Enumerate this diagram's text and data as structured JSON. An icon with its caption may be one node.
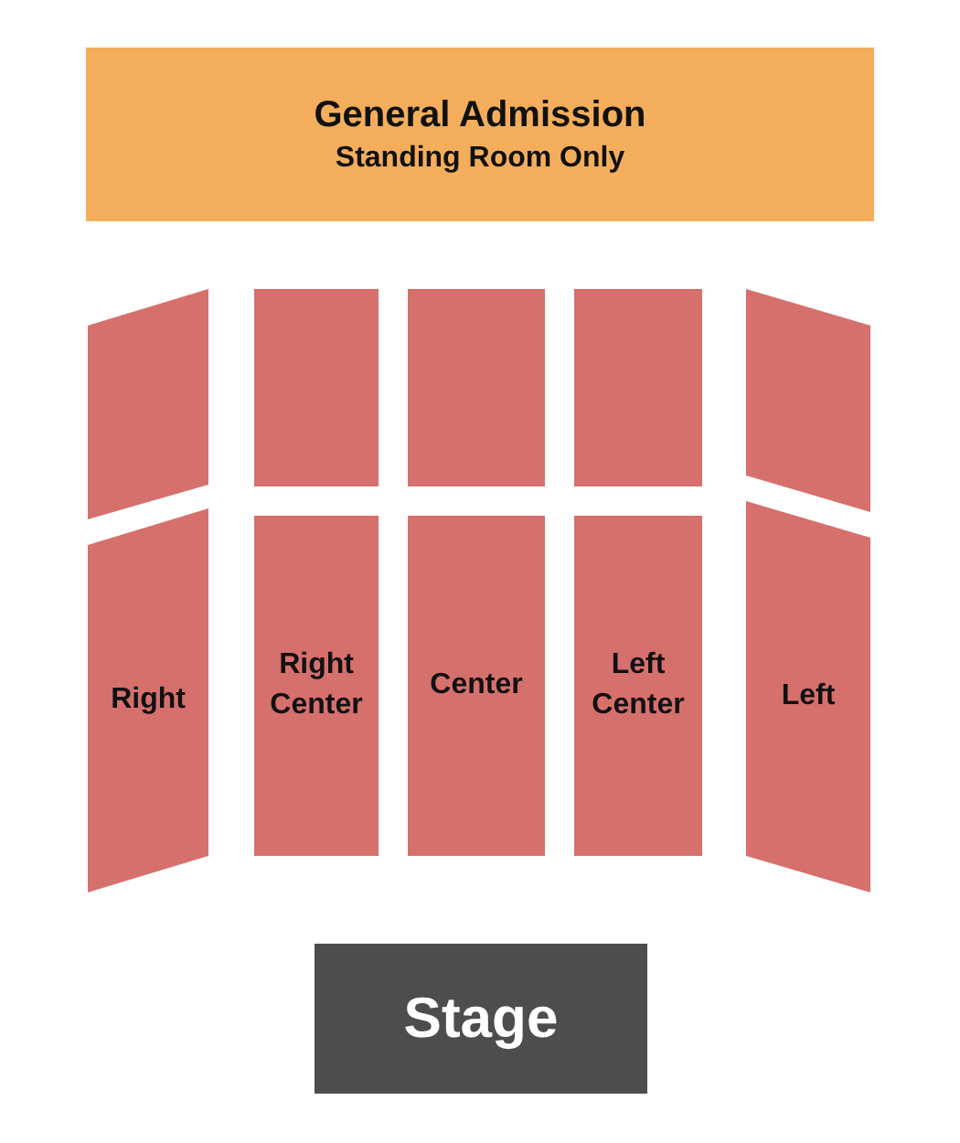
{
  "diagram": {
    "nodes": [
      {
        "text": [
          "General Admission",
          "Standing Room Only"
        ]
      },
      {
        "text": [],
        "shape": "box"
      },
      {
        "text": [],
        "shape": "box"
      },
      {
        "text": [],
        "shape": "box"
      },
      {
        "text": [],
        "shape": "box"
      },
      {
        "text": [],
        "shape": "box"
      },
      {
        "text": [
          "Right"
        ]
      },
      {
        "text": [
          "Right Center"
        ]
      },
      {
        "text": [
          "Center"
        ]
      },
      {
        "text": [
          "Left Center"
        ]
      },
      {
        "text": [
          "Left"
        ]
      },
      {
        "text": [
          "Stage"
        ]
      }
    ]
  }
}
